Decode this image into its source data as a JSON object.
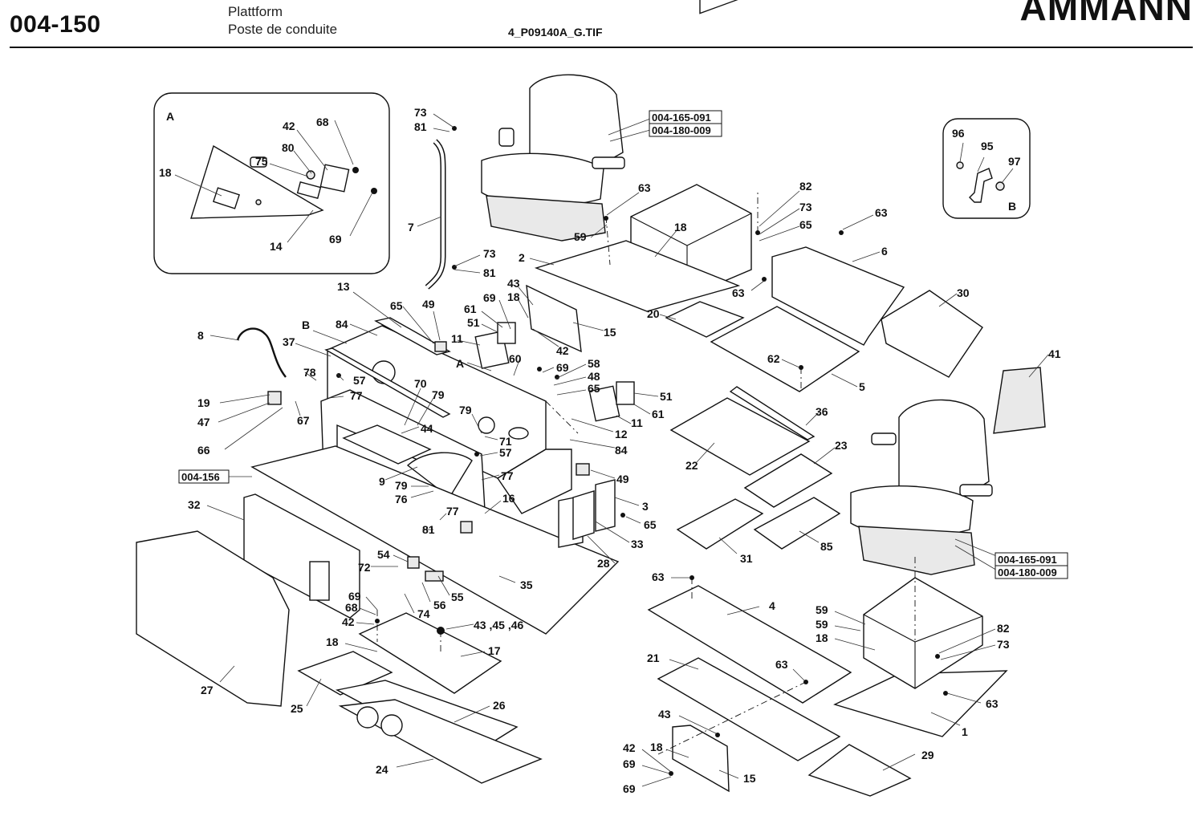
{
  "header": {
    "document_number": "004-150",
    "title_lines": [
      "Plattform",
      "Poste de conduite"
    ],
    "file_name": "4_P09140A_G.TIF",
    "brand": "AMMANN"
  },
  "detail_views": {
    "A": "A",
    "B": "B"
  },
  "reference_boxes": {
    "seat_top_1": "004-165-091",
    "seat_top_2": "004-180-009",
    "seat_right_1": "004-165-091",
    "seat_right_2": "004-180-009",
    "left_frame": "004-156"
  },
  "labels": {
    "a_42": "42",
    "a_68": "68",
    "a_80": "80",
    "a_75": "75",
    "a_18": "18",
    "a_69": "69",
    "a_14": "14",
    "b_96": "96",
    "b_95": "95",
    "b_97": "97",
    "l73a": "73",
    "l81a": "81",
    "l7": "7",
    "l73b": "73",
    "l81b": "81",
    "l63a": "63",
    "l59a": "59",
    "l18a": "18",
    "l2": "2",
    "l82a": "82",
    "l73c": "73",
    "l65a": "65",
    "l63b": "63",
    "l6": "6",
    "l63c": "63",
    "l20": "20",
    "l30": "30",
    "l62": "62",
    "l5": "5",
    "l41": "41",
    "l13": "13",
    "l65b": "65",
    "l49a": "49",
    "l43a": "43",
    "l18b": "18",
    "l69a": "69",
    "l61a": "61",
    "l51a": "51",
    "l15a": "15",
    "l11a": "11",
    "l42a": "42",
    "l8": "8",
    "l84a": "84",
    "lB": "B",
    "l37": "37",
    "lA": "A",
    "l60": "60",
    "l69b": "69",
    "l58": "58",
    "l48": "48",
    "l65c": "65",
    "l51b": "51",
    "l61b": "61",
    "l11b": "11",
    "l78": "78",
    "l57a": "57",
    "l19": "19",
    "l77a": "77",
    "l47": "47",
    "l67": "67",
    "l66": "66",
    "l70": "70",
    "l79a": "79",
    "l44": "44",
    "l79b": "79",
    "l71": "71",
    "l57b": "57",
    "l12": "12",
    "l84b": "84",
    "l36": "36",
    "l23": "23",
    "l22": "22",
    "l9": "9",
    "l79c": "79",
    "l77b": "77",
    "l49b": "49",
    "l76": "76",
    "l3": "3",
    "l16": "16",
    "l77c": "77",
    "l65d": "65",
    "l32": "32",
    "l81c": "81",
    "l28": "28",
    "l33": "33",
    "l31": "31",
    "l85": "85",
    "l54": "54",
    "l72": "72",
    "l35": "35",
    "l69c": "69",
    "l68": "68",
    "l56": "56",
    "l55": "55",
    "l74": "74",
    "l42b": "42",
    "l43_45_46": "43 ,45 ,46",
    "l63d": "63",
    "l4": "4",
    "l59b": "59",
    "l59c": "59",
    "l18c": "18",
    "l82b": "82",
    "l73d": "73",
    "l18d": "18",
    "l17": "17",
    "l27": "27",
    "l25": "25",
    "l26": "26",
    "l21": "21",
    "l63e": "63",
    "l63f": "63",
    "l1": "1",
    "l43b": "43",
    "l42c": "42",
    "l18e": "18",
    "l69d": "69",
    "l15b": "15",
    "l69e": "69",
    "l24": "24",
    "l29": "29"
  }
}
